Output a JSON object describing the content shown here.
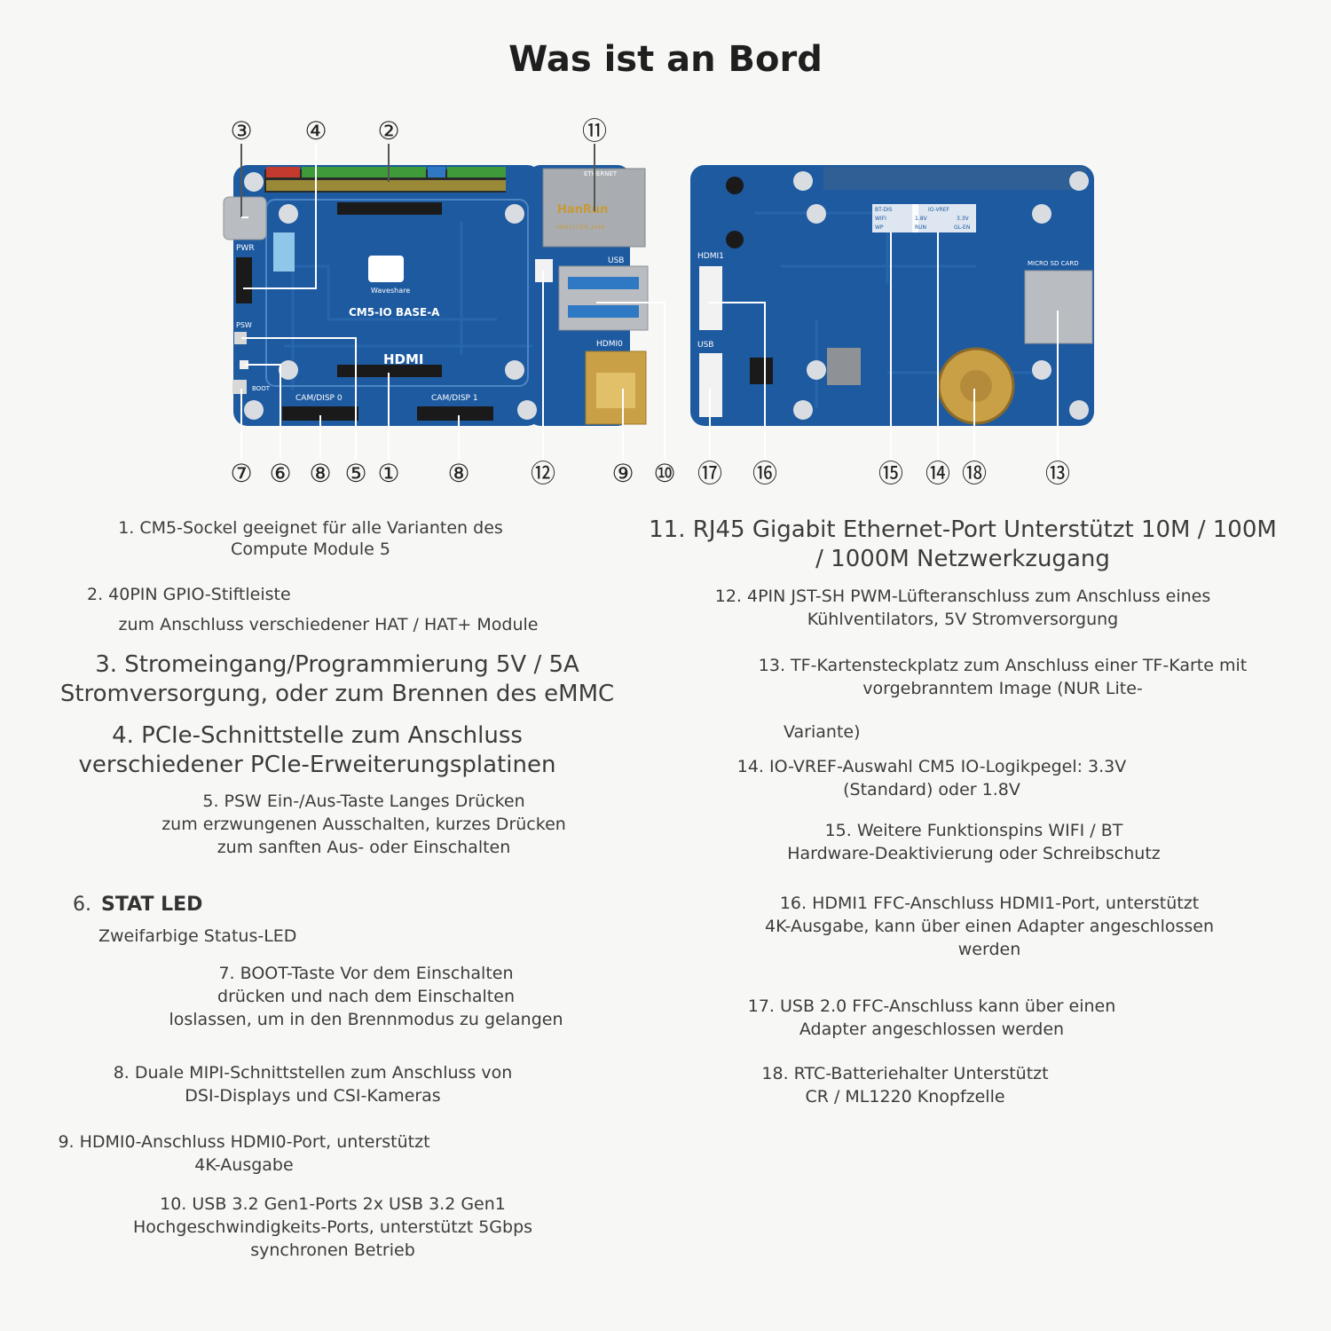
{
  "title": "Was ist an Bord",
  "front_board": {
    "name": "CM5-IO BASE-A",
    "labels": {
      "pwr": "PWR",
      "psw": "PSW",
      "boot": "BOOT",
      "cam0": "CAM/DISP 0",
      "cam1": "CAM/DISP 1",
      "hdmi0": "HDMI0",
      "usb": "USB",
      "ethernet": "ETHERNET",
      "jack_brand": "HanRun",
      "jack_code": "HR911130C 2418",
      "logo": "Waveshare",
      "hdmi_logo": "HDMI"
    }
  },
  "back_board": {
    "labels": {
      "hdmi1": "HDMI1",
      "usb": "USB",
      "microsd": "MICRO SD CARD",
      "btdis": "BT-DIS",
      "wifi": "WIFI",
      "wp": "WP",
      "iovref": "IO-VREF",
      "v18": "1.8V",
      "v33": "3.3V",
      "run": "RUN",
      "gl": "GL-EN"
    }
  },
  "callouts": [
    "①",
    "②",
    "③",
    "④",
    "⑤",
    "⑥",
    "⑦",
    "⑧",
    "⑨",
    "⑩",
    "⑪",
    "⑫",
    "⑬",
    "⑭",
    "⑮",
    "⑯",
    "⑰",
    "⑱"
  ],
  "descriptions": {
    "d1": [
      "1. CM5-Sockel geeignet für alle Varianten des",
      "Compute Module 5"
    ],
    "d2a": "2. 40PIN GPIO-Stiftleiste",
    "d2b": "zum Anschluss verschiedener HAT / HAT+ Module",
    "d3": [
      "3. Stromeingang/Programmierung 5V / 5A",
      "Stromversorgung, oder zum Brennen des eMMC"
    ],
    "d4": [
      "4. PCIe-Schnittstelle zum Anschluss",
      "verschiedener PCIe-Erweiterungsplatinen"
    ],
    "d5": [
      "5. PSW Ein-/Aus-Taste Langes Drücken",
      "zum erzwungenen Ausschalten, kurzes Drücken",
      "zum sanften Aus- oder Einschalten"
    ],
    "d6_num": "6.",
    "d6_title": "STAT LED",
    "d6b": "Zweifarbige Status-LED",
    "d7": [
      "7. BOOT-Taste Vor dem Einschalten",
      "drücken und nach dem Einschalten",
      "loslassen, um in den Brennmodus zu gelangen"
    ],
    "d8": [
      "8. Duale MIPI-Schnittstellen zum Anschluss von",
      "DSI-Displays und CSI-Kameras"
    ],
    "d9": [
      "9. HDMI0-Anschluss HDMI0-Port, unterstützt",
      "4K-Ausgabe"
    ],
    "d10": [
      "10. USB 3.2 Gen1-Ports 2x USB 3.2 Gen1",
      "Hochgeschwindigkeits-Ports, unterstützt 5Gbps",
      "synchronen Betrieb"
    ],
    "d11": [
      "11. RJ45 Gigabit Ethernet-Port Unterstützt 10M / 100M",
      "/ 1000M Netzwerkzugang"
    ],
    "d12": [
      "12. 4PIN JST-SH PWM-Lüfteranschluss zum Anschluss eines",
      "Kühlventilators, 5V Stromversorgung"
    ],
    "d13": [
      "13. TF-Kartensteckplatz zum Anschluss einer TF-Karte mit",
      "vorgebranntem Image (NUR Lite-"
    ],
    "d13b": "Variante)",
    "d14": [
      "14. IO-VREF-Auswahl CM5 IO-Logikpegel: 3.3V",
      "(Standard) oder 1.8V"
    ],
    "d15": [
      "15. Weitere Funktionspins WIFI / BT",
      "Hardware-Deaktivierung oder Schreibschutz"
    ],
    "d16": [
      "16. HDMI1 FFC-Anschluss HDMI1-Port, unterstützt",
      "4K-Ausgabe, kann über einen Adapter angeschlossen",
      "werden"
    ],
    "d17": [
      "17. USB 2.0 FFC-Anschluss kann über einen",
      "Adapter angeschlossen werden"
    ],
    "d18": [
      "18. RTC-Batteriehalter Unterstützt",
      "CR / ML1220 Knopfzelle"
    ]
  },
  "colors": {
    "pcb": "#1d5aa0",
    "pcb_dark": "#174a86",
    "trace": "#2c6ab0",
    "connector": "#1a1a1a",
    "metal": "#b9bcc0",
    "gold": "#caa046",
    "silk": "#ffffff"
  }
}
